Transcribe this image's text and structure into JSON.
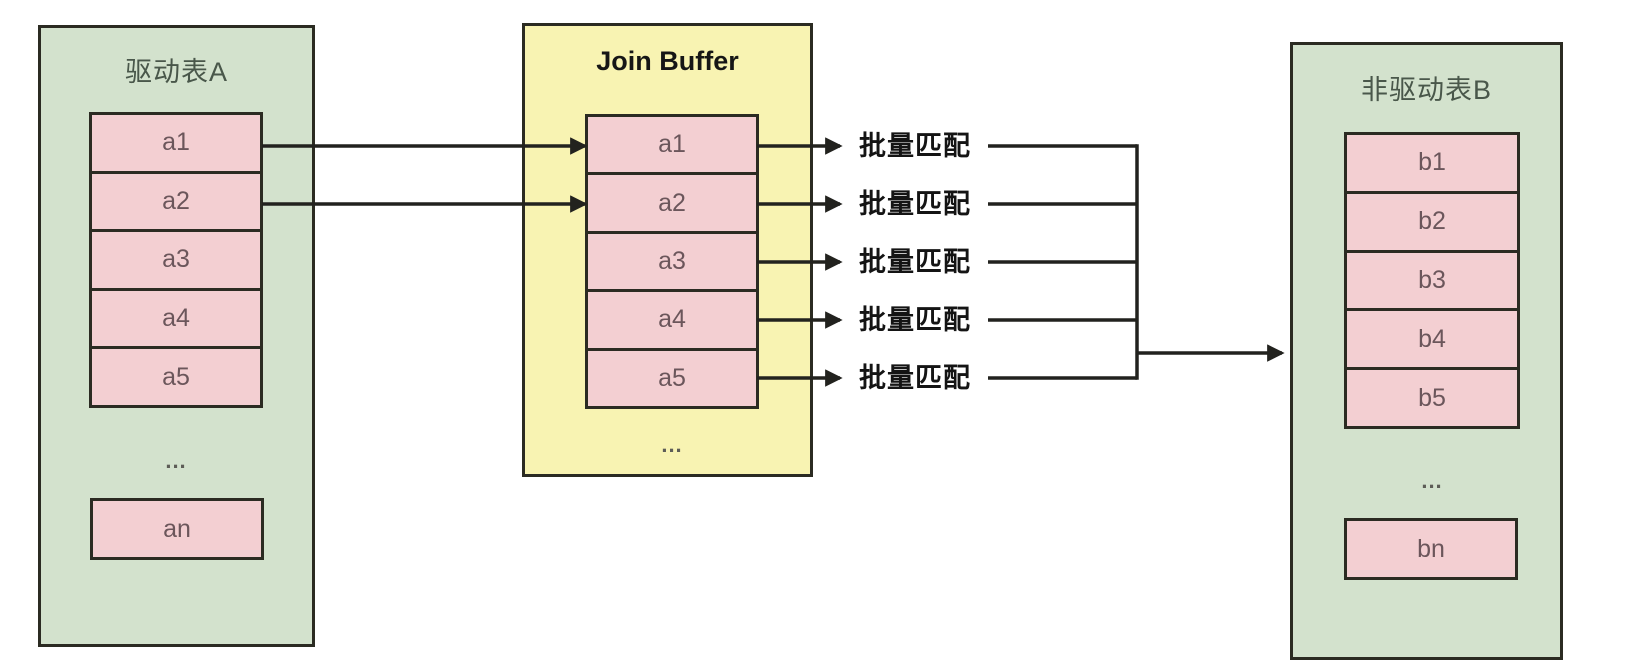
{
  "diagram": {
    "description_domain": "join-buffer-batch-match-diagram"
  },
  "colors": {
    "background": "#ffffff",
    "green_box_fill": "#d3e2cd",
    "yellow_box_fill": "#f8f3b2",
    "pink_row_fill": "#f3cfd2",
    "border_dark": "#2b2b22",
    "line_dark": "#22221e",
    "green_title_text": "#49574a",
    "row_text": "#6b565b",
    "label_text": "#141414"
  },
  "table_a": {
    "title": "驱动表A",
    "rows": [
      "a1",
      "a2",
      "a3",
      "a4",
      "a5"
    ],
    "ellipsis": "...",
    "last_row": "an"
  },
  "join_buffer": {
    "title": "Join Buffer",
    "rows": [
      "a1",
      "a2",
      "a3",
      "a4",
      "a5"
    ],
    "ellipsis": "..."
  },
  "table_b": {
    "title": "非驱动表B",
    "rows": [
      "b1",
      "b2",
      "b3",
      "b4",
      "b5"
    ],
    "ellipsis": "...",
    "last_row": "bn"
  },
  "match_labels": [
    "批量匹配",
    "批量匹配",
    "批量匹配",
    "批量匹配",
    "批量匹配"
  ]
}
